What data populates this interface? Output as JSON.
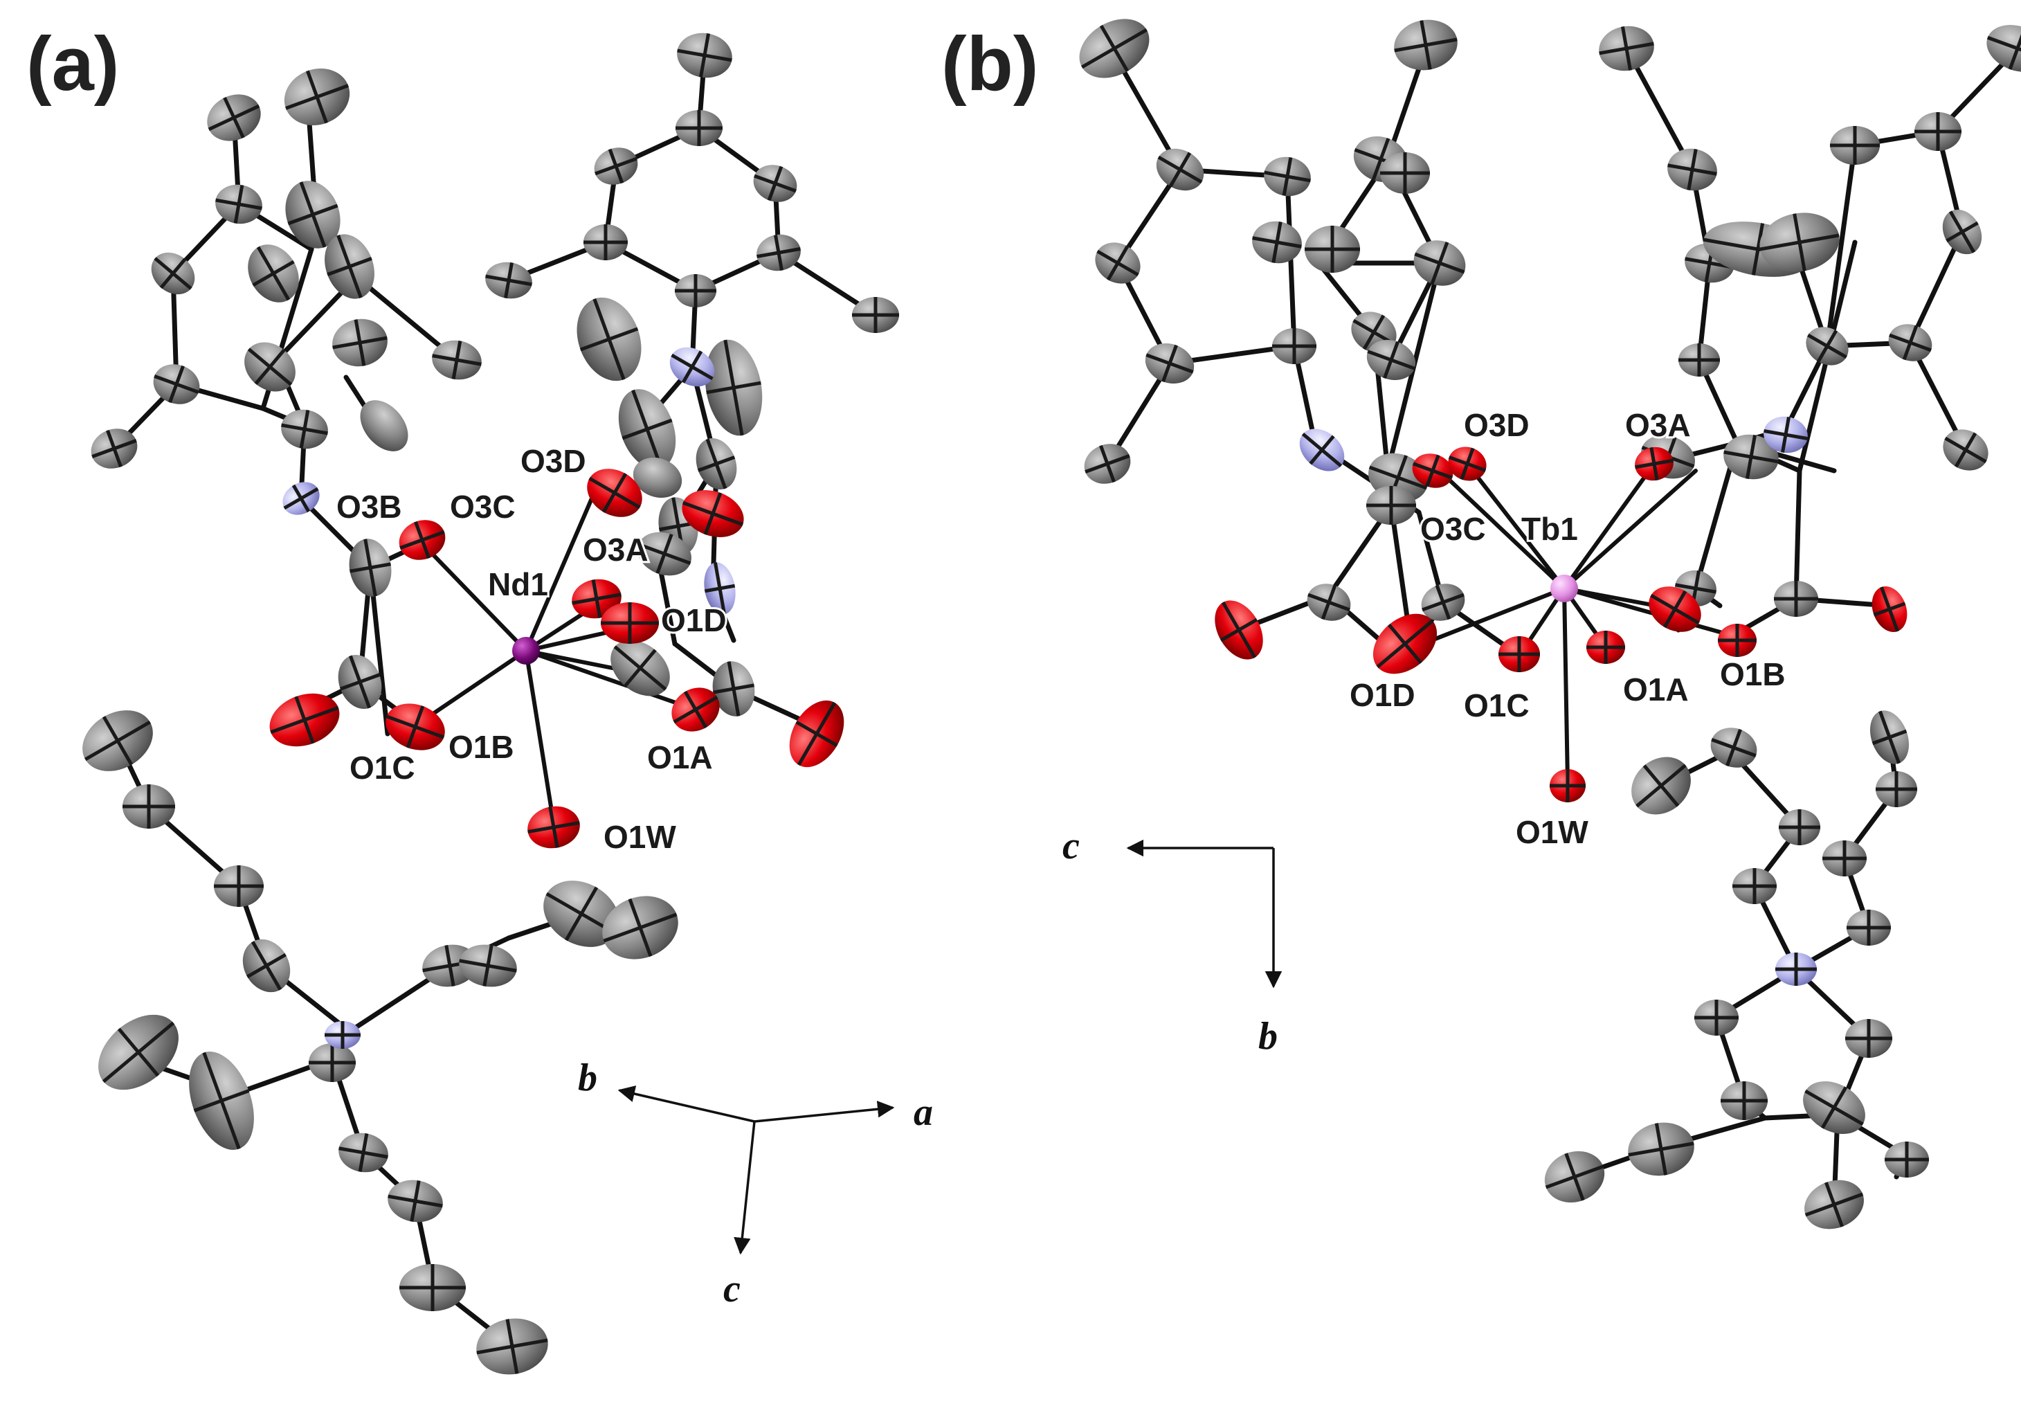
{
  "panels": {
    "a": {
      "label": "(a)",
      "metal": "Nd1",
      "oxygen_labels": [
        "O3B",
        "O3C",
        "O3D",
        "O3A",
        "O1D",
        "O1C",
        "O1B",
        "O1A",
        "O1W"
      ],
      "axes": [
        "b",
        "a",
        "c"
      ]
    },
    "b": {
      "label": "(b)",
      "metal": "Tb1",
      "oxygen_labels": [
        "O3D",
        "O3A",
        "O3C",
        "O1D",
        "O1C",
        "O1A",
        "O1B",
        "O1W"
      ],
      "axes": [
        "c",
        "b"
      ]
    }
  },
  "colors": {
    "carbon": "#8a8a8a",
    "oxygen": "#e3000b",
    "nitrogen": "#b4b4ec",
    "neodymium": "#7a0a7a",
    "terbium": "#e28ee2"
  }
}
